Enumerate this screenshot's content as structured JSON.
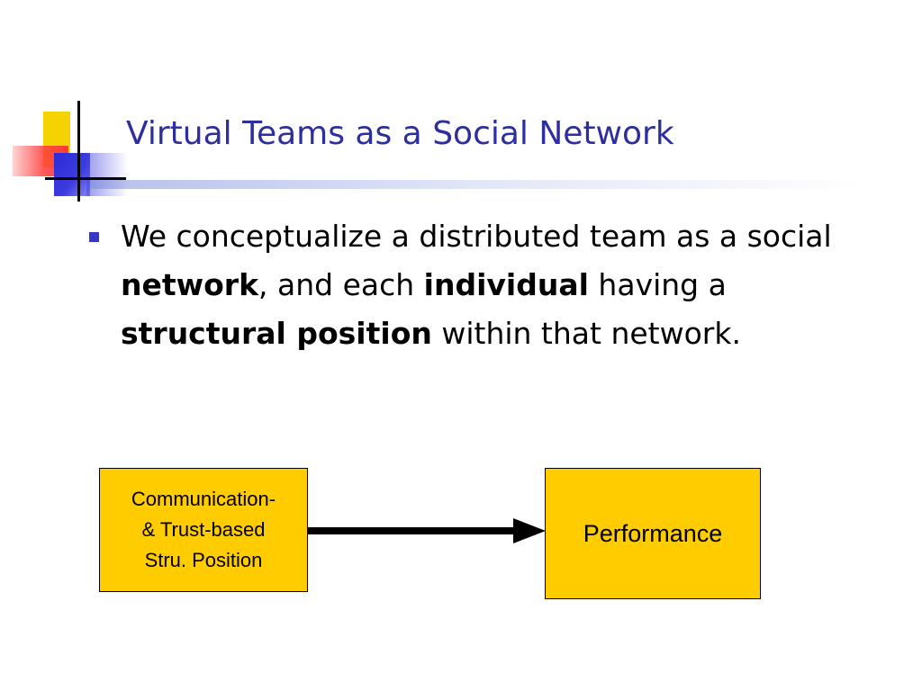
{
  "slide": {
    "title": "Virtual Teams as a Social Network",
    "bullet": {
      "segments": [
        {
          "text": "We conceptualize a distributed team as a social ",
          "bold": false
        },
        {
          "text": "network",
          "bold": true
        },
        {
          "text": ", and each ",
          "bold": false
        },
        {
          "text": "individual",
          "bold": true
        },
        {
          "text": " having a ",
          "bold": false
        },
        {
          "text": "structural position",
          "bold": true
        },
        {
          "text": " within that network.",
          "bold": false
        }
      ]
    }
  },
  "diagram": {
    "source_box": {
      "lines": [
        "Communication-",
        "& Trust-based",
        "Stru. Position"
      ]
    },
    "target_box": {
      "label": "Performance"
    }
  },
  "colors": {
    "title": "#2e2e9e",
    "bullet_marker": "#3535c8",
    "box_fill": "#ffcc00",
    "arrow": "#000000"
  }
}
